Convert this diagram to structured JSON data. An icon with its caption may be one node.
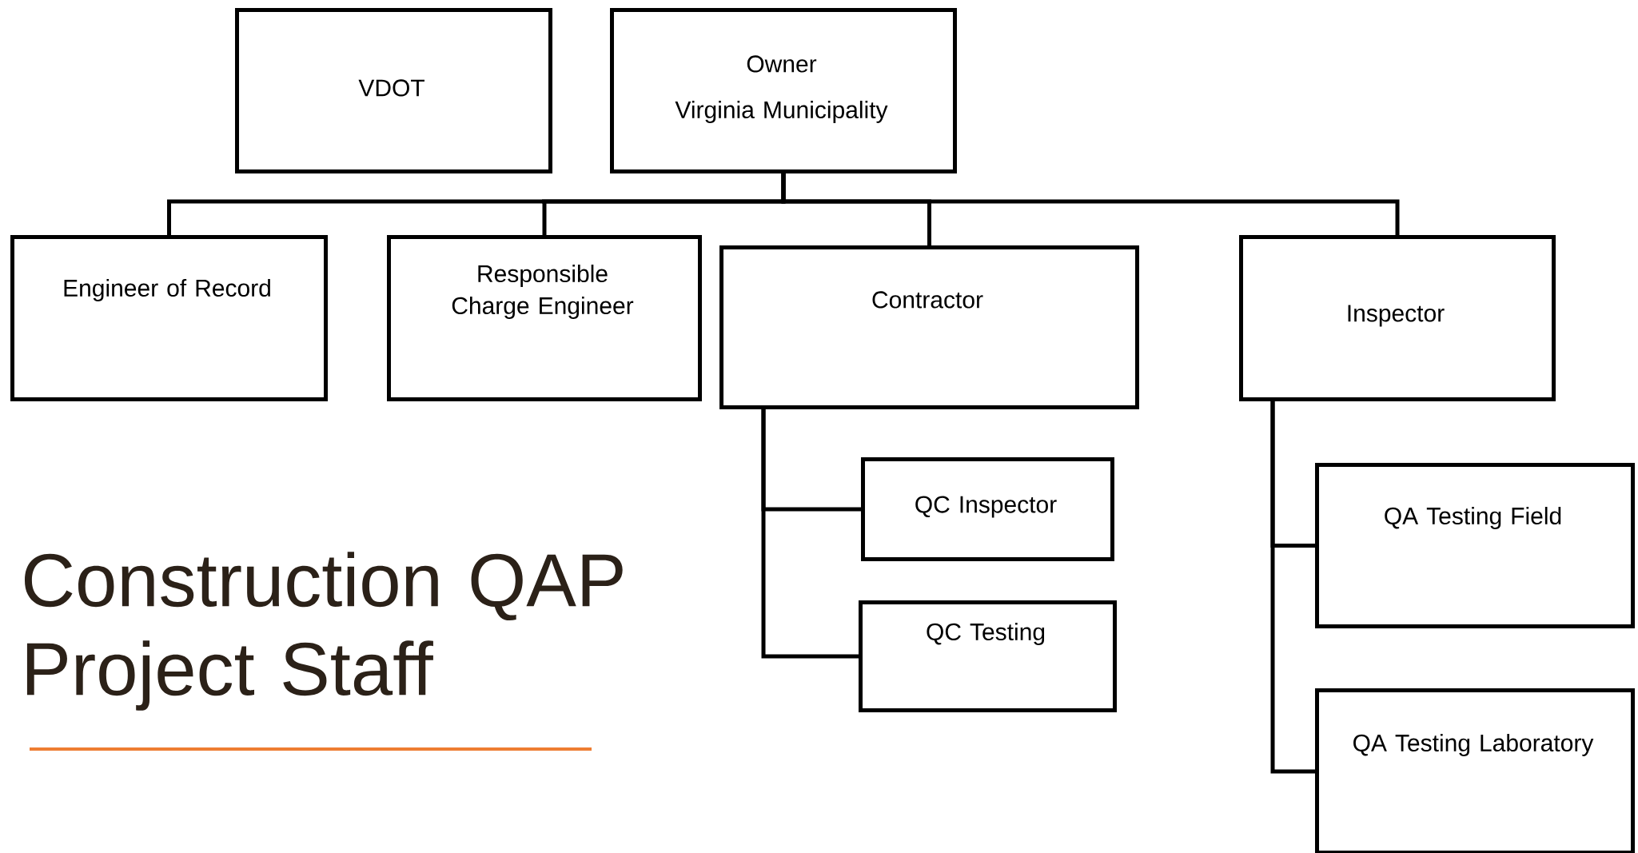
{
  "diagram": {
    "title": "Construction QAP Project Staff",
    "nodes": [
      {
        "text": [
          "VDOT"
        ]
      },
      {
        "text": [
          "Owner",
          "Virginia Municipality"
        ]
      },
      {
        "text": [
          "Engineer of Record"
        ]
      },
      {
        "text": [
          "Responsible Charge Engineer"
        ]
      },
      {
        "text": [
          "Contractor"
        ]
      },
      {
        "text": [
          "Inspector"
        ]
      },
      {
        "text": [
          "QC Inspector"
        ]
      },
      {
        "text": [
          "QC Testing"
        ]
      },
      {
        "text": [
          "QA Testing Field"
        ]
      },
      {
        "text": [
          "QA Testing Laboratory"
        ]
      }
    ],
    "edges": [
      {
        "from": 1,
        "to": 2,
        "arrow": "none"
      },
      {
        "from": 1,
        "to": 3,
        "arrow": "none"
      },
      {
        "from": 1,
        "to": 4,
        "arrow": "none"
      },
      {
        "from": 1,
        "to": 5,
        "arrow": "none"
      },
      {
        "from": 4,
        "to": 6,
        "arrow": "none"
      },
      {
        "from": 4,
        "to": 7,
        "arrow": "none"
      },
      {
        "from": 5,
        "to": 8,
        "arrow": "none"
      },
      {
        "from": 5,
        "to": 9,
        "arrow": "none"
      }
    ]
  }
}
